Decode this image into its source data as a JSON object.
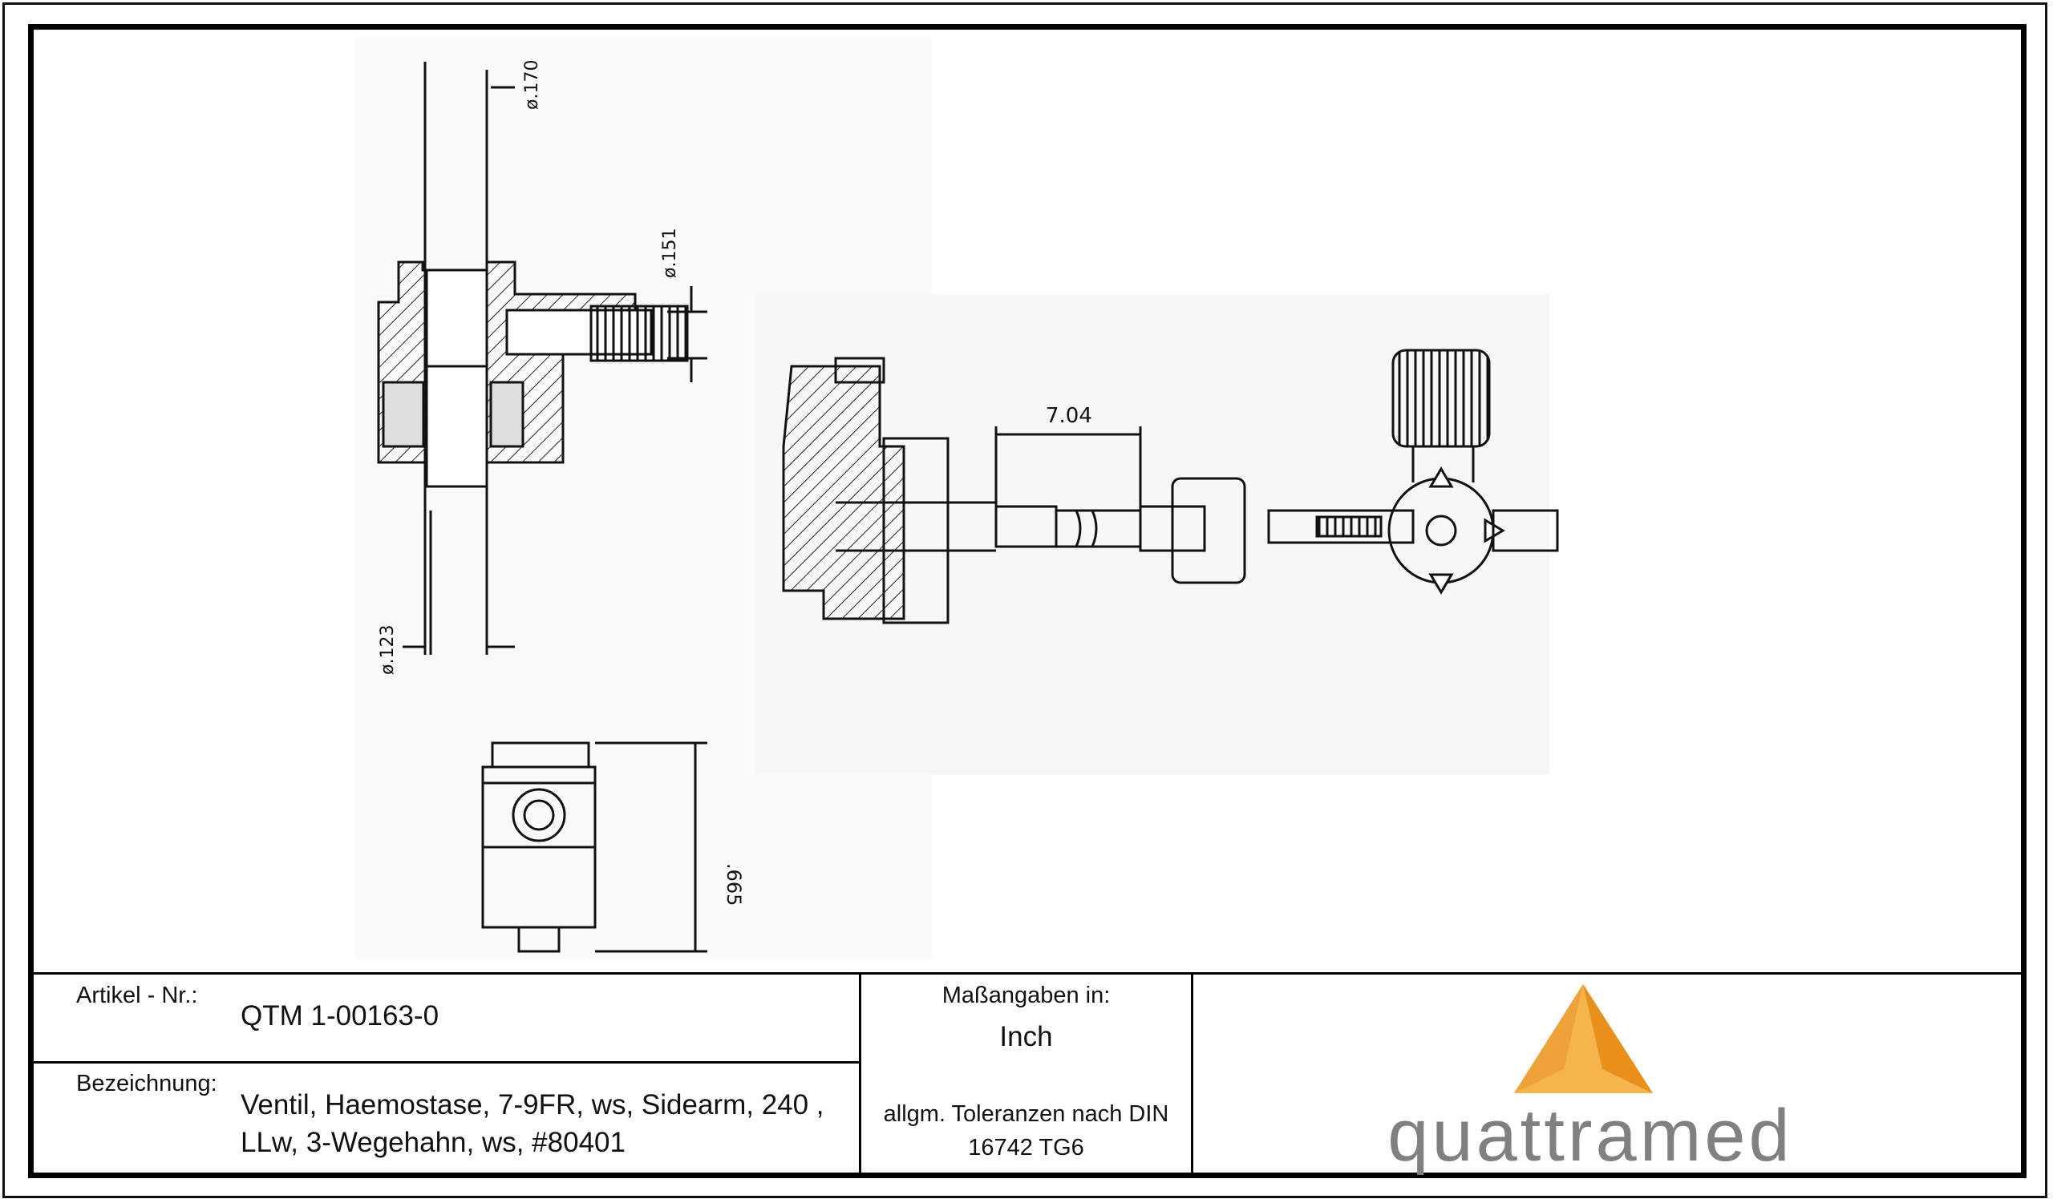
{
  "drawing": {
    "dims": {
      "dia_170": "ø.170",
      "dia_151": "ø.151",
      "dia_123": "ø.123",
      "len_704": "7.04",
      "h_665": ".665"
    }
  },
  "title_block": {
    "article_label": "Artikel - Nr.:",
    "article_value": "QTM 1-00163-0",
    "designation_label": "Bezeichnung:",
    "designation_line1": "Ventil, Haemostase, 7-9FR, ws, Sidearm, 240 ,",
    "designation_line2": "LLw, 3-Wegehahn, ws, #80401",
    "units_label": "Maßangaben in:",
    "units_value": "Inch",
    "tolerance_line1": "allgm. Toleranzen nach DIN",
    "tolerance_line2": "16742 TG6",
    "logo_text": "quattramed"
  },
  "colors": {
    "logo_orange_dark": "#e8901a",
    "logo_orange_light": "#f6b44c",
    "logo_text": "#808080"
  }
}
